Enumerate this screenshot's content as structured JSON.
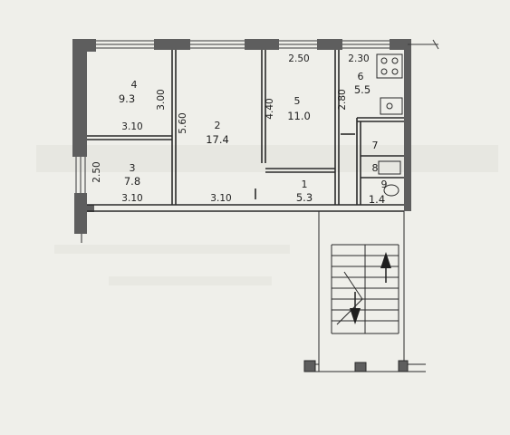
{
  "rooms": [
    {
      "id": "4",
      "area": "9.3"
    },
    {
      "id": "2",
      "area": "17.4"
    },
    {
      "id": "5",
      "area": "11.0"
    },
    {
      "id": "6",
      "area": "5.5"
    },
    {
      "id": "3",
      "area": "7.8"
    },
    {
      "id": "1",
      "area": "5.3"
    },
    {
      "id": "7",
      "area": ""
    },
    {
      "id": "8",
      "area": ""
    },
    {
      "id": "9",
      "area": "1.4"
    }
  ],
  "dimensions": {
    "top_room5": "2.50",
    "top_room6": "2.30",
    "room4_height": "3.00",
    "room4_width": "3.10",
    "room2_height": "5.60",
    "room5_height": "4.40",
    "room6_height": "2.80",
    "room3_height": "2.50",
    "room3_width": "3.10",
    "room2_width": "3.10"
  },
  "colors": {
    "paper": "#efefea",
    "wall": "#5a5a5a",
    "line": "#2a2a2a"
  }
}
